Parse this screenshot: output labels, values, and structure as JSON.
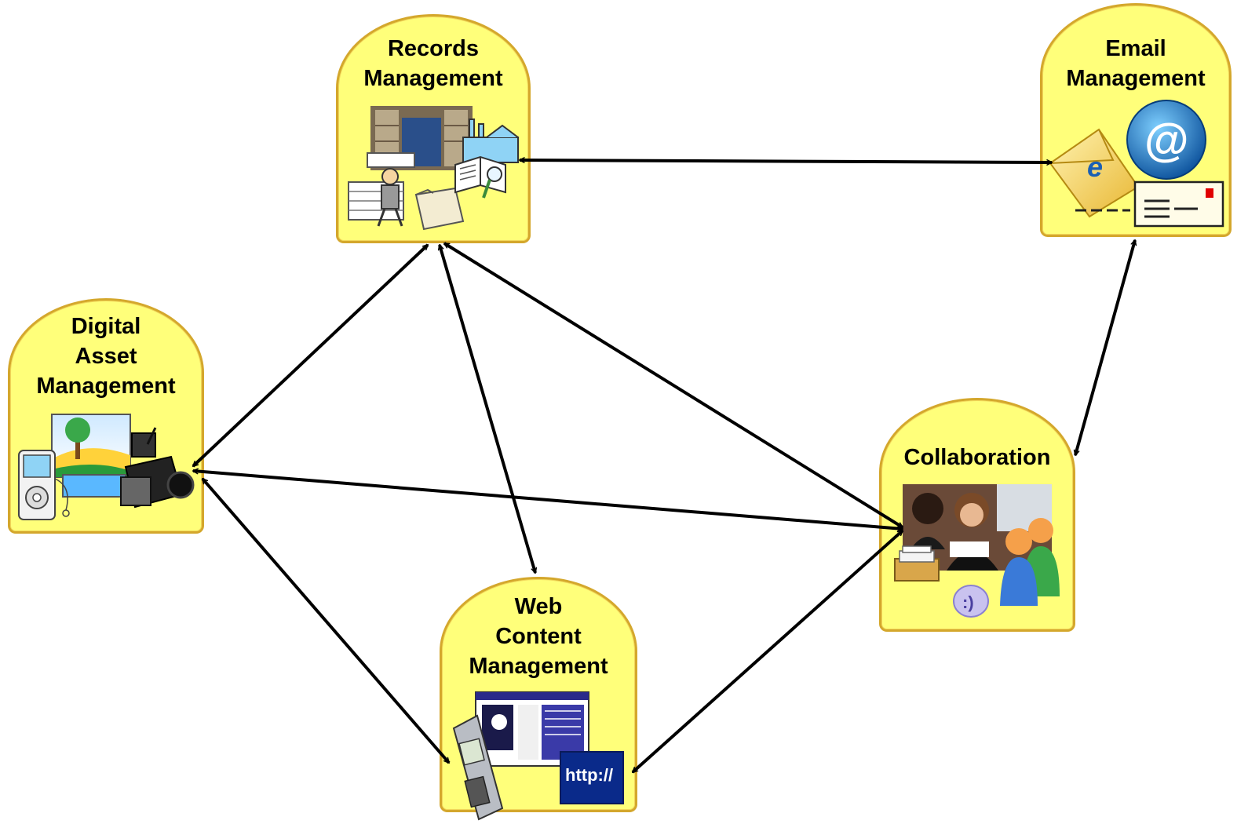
{
  "nodes": {
    "records": {
      "title": "Records\nManagement",
      "icons": [
        "archive-photo-icon",
        "clerk-with-papers-icon",
        "folder-icon",
        "factory-icon",
        "open-book-magnifier-icon"
      ]
    },
    "email": {
      "title": "Email\nManagement",
      "icons": [
        "envelope-icon",
        "at-sign-icon",
        "letter-icon"
      ]
    },
    "digital": {
      "title": "Digital\nAsset\nManagement",
      "icons": [
        "mp3-player-icon",
        "landscape-photo-icon",
        "video-camera-icon"
      ]
    },
    "collab": {
      "title": "Collaboration",
      "icons": [
        "meeting-photo-icon",
        "inbox-tray-icon",
        "chat-bubble-icon",
        "users-icon"
      ]
    },
    "web": {
      "title": "Web\nContent\nManagement",
      "icons": [
        "mobile-phone-icon",
        "web-page-screenshot-icon",
        "http-icon"
      ],
      "http_label": "http://"
    }
  },
  "connections": [
    [
      "records",
      "email"
    ],
    [
      "records",
      "digital"
    ],
    [
      "records",
      "web"
    ],
    [
      "records",
      "collab"
    ],
    [
      "digital",
      "collab"
    ],
    [
      "digital",
      "web"
    ],
    [
      "web",
      "collab"
    ],
    [
      "collab",
      "email"
    ]
  ],
  "colors": {
    "node_fill": "#ffff7a",
    "node_border": "#d4a72c",
    "arrow": "#000000"
  }
}
